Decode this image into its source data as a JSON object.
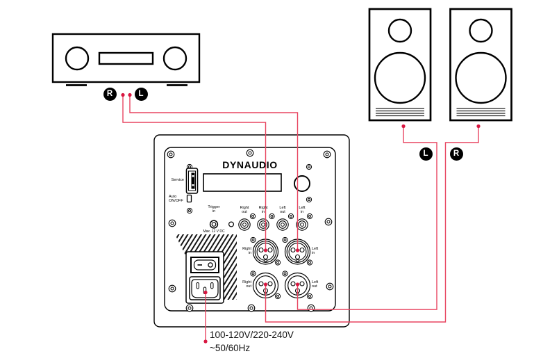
{
  "colors": {
    "line": "#e84560",
    "dot": "#d81741",
    "ink": "#000000"
  },
  "amplifier": {
    "right_badge": "R",
    "left_badge": "L"
  },
  "speakers": {
    "left_badge": "L",
    "right_badge": "R"
  },
  "panel": {
    "brand": "DYNAUDIO",
    "service_label": "Service",
    "auto_label": [
      "Auto",
      "ON/OFF"
    ],
    "trigger_label": [
      "Trigger",
      "in"
    ],
    "trigger_max_label": "Max. 12 V DC",
    "rca_labels": [
      {
        "l1": "Right",
        "l2": "out"
      },
      {
        "l1": "Right",
        "l2": "in"
      },
      {
        "l1": "Left",
        "l2": "out"
      },
      {
        "l1": "Left",
        "l2": "in"
      }
    ],
    "xlr_labels": [
      {
        "l1": "Right",
        "l2": "in"
      },
      {
        "l1": "Left",
        "l2": "in"
      },
      {
        "l1": "Right",
        "l2": "out"
      },
      {
        "l1": "Left",
        "l2": "out"
      }
    ]
  },
  "power": {
    "line1": "100-120V/220-240V",
    "line2": "~50/60Hz"
  }
}
